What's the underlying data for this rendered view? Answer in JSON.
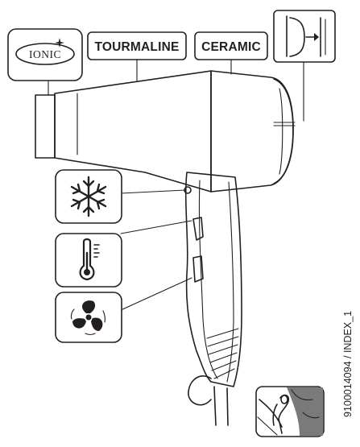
{
  "labels": {
    "ionic": "IONIC",
    "tourmaline": "TOURMALINE",
    "ceramic": "CERAMIC"
  },
  "reference_code": "9100014094 / INDEX_1",
  "icons": {
    "filter_detail": "filter-arrow-icon",
    "cold_shot": "snowflake-icon",
    "temperature": "thermometer-icon",
    "speed": "fan-icon",
    "cord_hook": "hanging-loop-icon"
  },
  "colors": {
    "stroke": "#231f20",
    "fill": "#ffffff",
    "inset_dark": "#7a7a7a"
  }
}
